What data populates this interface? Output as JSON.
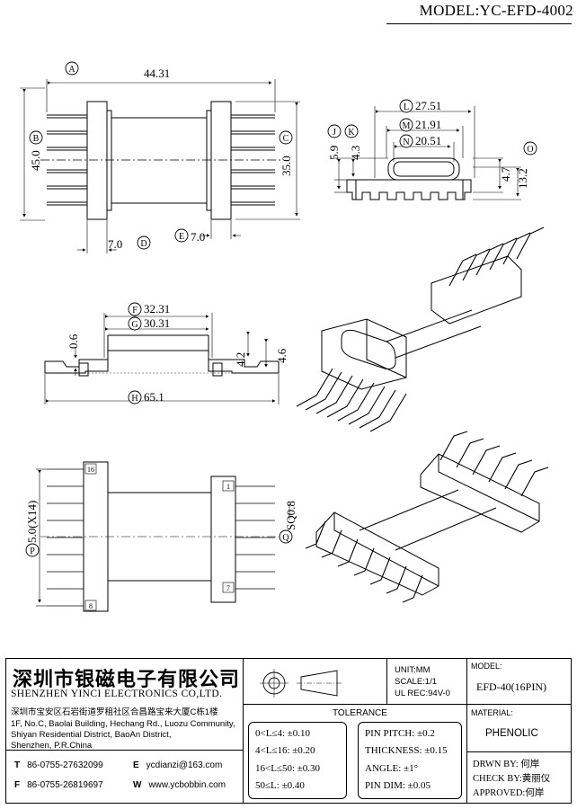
{
  "header": {
    "model_title": "MODEL:YC-EFD-4002"
  },
  "drawing": {
    "labels": {
      "A": "A",
      "B": "B",
      "C": "C",
      "D": "D",
      "E": "E",
      "F": "F",
      "G": "G",
      "H": "H",
      "J": "J",
      "K": "K",
      "L": "L",
      "M": "M",
      "N": "N",
      "O": "O",
      "P": "P",
      "Q": "Q"
    },
    "dims": {
      "A": "44.31",
      "B": "45.0",
      "C": "35.0",
      "D": "7.0",
      "E": "7.0",
      "L": "27.51",
      "M": "21.91",
      "N": "20.51",
      "J": "5.9",
      "K": "4.3",
      "O1": "4.7",
      "O2": "13.2",
      "F": "32.31",
      "G": "30.31",
      "H": "65.1",
      "side_06": "0.6",
      "side_42": "4.2",
      "side_46": "4.6",
      "P": "5.0(X14)",
      "Q": "SQ0.8",
      "pin1": "1",
      "pin7": "7",
      "pin8": "8",
      "pin16": "16"
    }
  },
  "title_block": {
    "company_cn": "深圳市银磁电子有限公司",
    "company_en": "SHENZHEN YINCI ELECTRONICS CO,LTD.",
    "address_cn": "深圳市宝安区石岩街道罗租社区合昌路宝来大厦C栋1楼",
    "address_en1": "1F, No.C, Baolai Building, Hechang Rd., Luozu Community,",
    "address_en2": "Shiyan Residential District, BaoAn District,",
    "address_en3": "Shenzhen, P.R.China",
    "tel_label": "T",
    "tel": "86-0755-27632099",
    "fax_label": "F",
    "fax": "86-0755-26819697",
    "email_label": "E",
    "email": "ycdianzi@163.com",
    "web_label": "W",
    "web": "www.ycbobbin.com",
    "unit": "UNIT:MM",
    "scale": "SCALE:1/1",
    "ul": "UL REC:94V-0",
    "model_label": "MODEL:",
    "model_value": "EFD-40(16PIN)",
    "tolerance_label": "TOLERANCE",
    "tol": [
      "0<L≤4: ±0.10",
      "4<L≤16: ±0.20",
      "16<L≤50: ±0.30",
      "50≤L: ±0.40"
    ],
    "tol_right": [
      "PIN PITCH: ±0.2",
      "THICKNESS: ±0.15",
      "ANGLE: ±1°",
      "PIN DIM: ±0.05"
    ],
    "material_label": "MATERIAL:",
    "material_value": "PHENOLIC",
    "drawn": "DRWN BY: 何岸",
    "check": "CHECK BY:黄丽仪",
    "approved": "APPROVED:何岸"
  }
}
